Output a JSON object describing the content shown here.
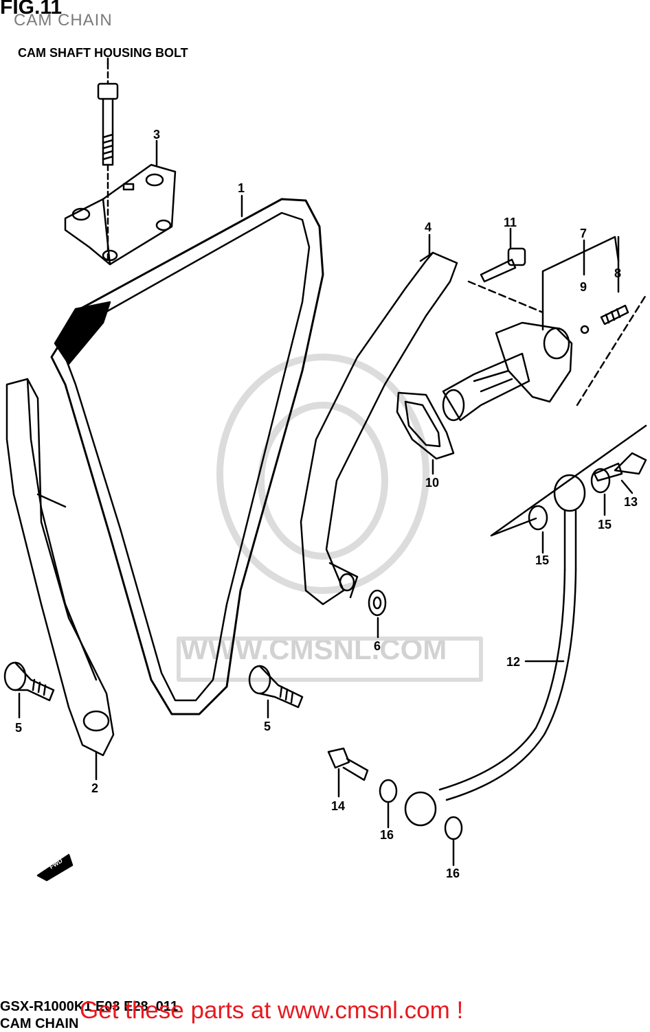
{
  "header": {
    "fig_title": "FIG.11",
    "subtitle": "CAM CHAIN"
  },
  "labels": {
    "housing_bolt": "CAM SHAFT HOUSING BOLT",
    "fwd": "FWD"
  },
  "callouts": {
    "c1": "1",
    "c2": "2",
    "c3": "3",
    "c4": "4",
    "c5a": "5",
    "c5b": "5",
    "c6": "6",
    "c7": "7",
    "c8": "8",
    "c9": "9",
    "c10": "10",
    "c11": "11",
    "c12": "12",
    "c13": "13",
    "c14": "14",
    "c15a": "15",
    "c15b": "15",
    "c16a": "16",
    "c16b": "16"
  },
  "watermark": "WWW.CMSNL.COM",
  "footer": {
    "code": "GSX-R1000K1 E03 E28_011",
    "name": "CAM CHAIN",
    "promo": "Get these parts at www.cmsnl.com !"
  },
  "colors": {
    "promo": "#e8181e",
    "subtitle": "#7a7a7a",
    "watermark": "#d2d2d2",
    "ink": "#000000"
  }
}
